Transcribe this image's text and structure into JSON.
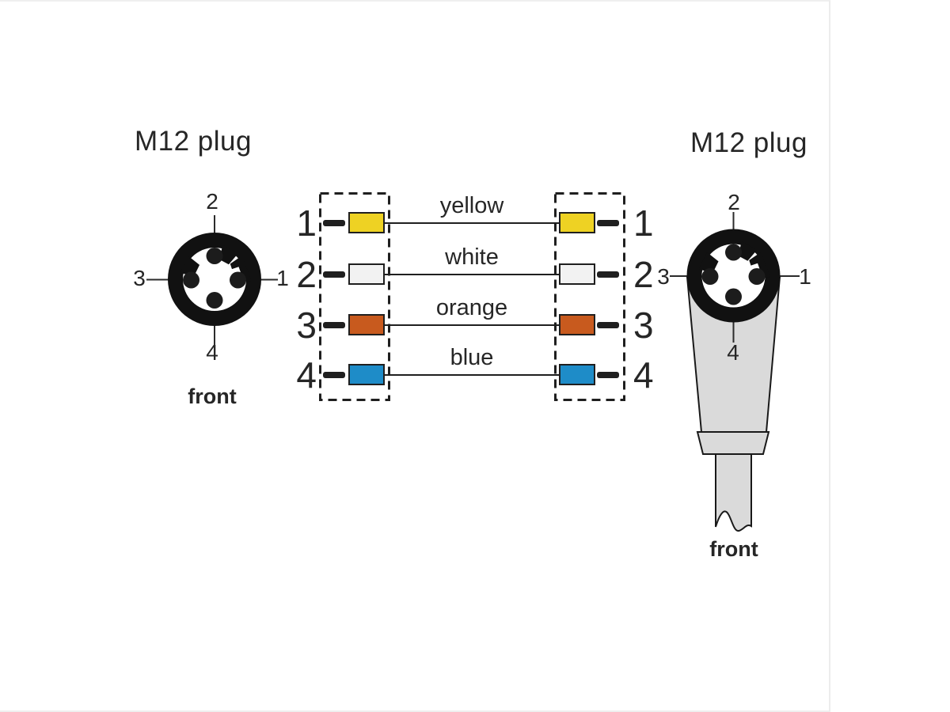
{
  "diagram": {
    "left_plug": {
      "title": "M12 plug",
      "front_label": "front",
      "pin_top": "2",
      "pin_left": "3",
      "pin_right": "1",
      "pin_bottom": "4"
    },
    "right_plug": {
      "title": "M12 plug",
      "front_label": "front",
      "pin_top": "2",
      "pin_left": "3",
      "pin_right": "1",
      "pin_bottom": "4"
    },
    "wiring": {
      "rows": [
        {
          "left_pin": "1",
          "wire_label": "yellow",
          "wire_color": "#eed223",
          "right_pin": "1"
        },
        {
          "left_pin": "2",
          "wire_label": "white",
          "wire_color": "#f2f2f2",
          "right_pin": "2"
        },
        {
          "left_pin": "3",
          "wire_label": "orange",
          "wire_color": "#c85a1e",
          "right_pin": "3"
        },
        {
          "left_pin": "4",
          "wire_label": "blue",
          "wire_color": "#1e8cc8",
          "right_pin": "4"
        }
      ]
    },
    "colors": {
      "outline": "#1f1f1f",
      "body_gray": "#dadada",
      "text": "#262626"
    }
  }
}
